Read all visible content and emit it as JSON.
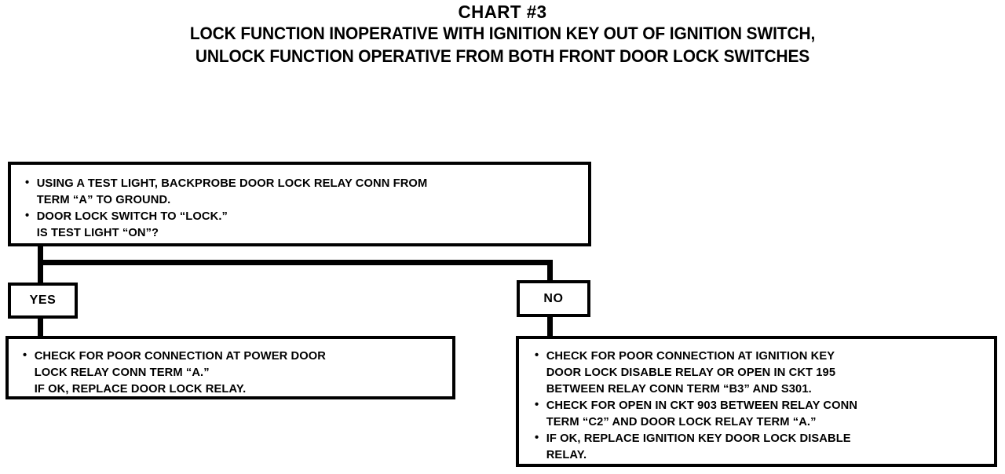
{
  "title": {
    "main": "CHART #3",
    "line1": "LOCK FUNCTION INOPERATIVE WITH IGNITION KEY OUT OF IGNITION SWITCH,",
    "line2": "UNLOCK FUNCTION OPERATIVE FROM BOTH FRONT DOOR LOCK SWITCHES"
  },
  "chart_data": {
    "type": "diagram",
    "title": "CHART #3",
    "subtitle": "LOCK FUNCTION INOPERATIVE WITH IGNITION KEY OUT OF IGNITION SWITCH, UNLOCK FUNCTION OPERATIVE FROM BOTH FRONT DOOR LOCK SWITCHES",
    "nodes": [
      {
        "id": "question",
        "kind": "test-step",
        "bullets": [
          "USING A TEST LIGHT, BACKPROBE DOOR LOCK RELAY CONN FROM TERM “A” TO GROUND.",
          "DOOR LOCK SWITCH TO “LOCK.” IS TEST LIGHT “ON”?"
        ]
      },
      {
        "id": "yes",
        "kind": "branch-label",
        "label": "YES"
      },
      {
        "id": "no",
        "kind": "branch-label",
        "label": "NO"
      },
      {
        "id": "yes-result",
        "kind": "action-step",
        "bullets": [
          "CHECK FOR POOR CONNECTION AT POWER DOOR LOCK RELAY CONN TERM “A.” IF OK, REPLACE DOOR LOCK RELAY."
        ]
      },
      {
        "id": "no-result",
        "kind": "action-step",
        "bullets": [
          "CHECK FOR POOR CONNECTION AT IGNITION KEY DOOR LOCK DISABLE RELAY OR OPEN IN CKT 195 BETWEEN RELAY CONN TERM “B3” AND S301.",
          "CHECK FOR OPEN IN CKT 903 BETWEEN RELAY CONN TERM “C2” AND DOOR LOCK RELAY TERM “A.”",
          "IF OK, REPLACE IGNITION KEY DOOR LOCK DISABLE RELAY."
        ]
      }
    ],
    "edges": [
      {
        "from": "question",
        "to": "yes",
        "label": "YES"
      },
      {
        "from": "question",
        "to": "no",
        "label": "NO"
      },
      {
        "from": "yes",
        "to": "yes-result",
        "label": ""
      },
      {
        "from": "no",
        "to": "no-result",
        "label": ""
      }
    ]
  },
  "question_box": {
    "b1_l1": "USING A TEST LIGHT, BACKPROBE DOOR LOCK RELAY CONN FROM",
    "b1_l2": "TERM “A” TO GROUND.",
    "b2_l1": "DOOR LOCK SWITCH TO “LOCK.”",
    "b2_l2": "IS TEST LIGHT “ON”?"
  },
  "branches": {
    "yes": "YES",
    "no": "NO"
  },
  "yes_result": {
    "b1_l1": "CHECK FOR POOR CONNECTION AT POWER DOOR",
    "b1_l2": "LOCK RELAY CONN TERM “A.”",
    "b1_l3": "IF OK, REPLACE DOOR LOCK RELAY."
  },
  "no_result": {
    "b1_l1": "CHECK FOR POOR CONNECTION AT IGNITION KEY",
    "b1_l2": "DOOR LOCK DISABLE RELAY OR OPEN IN CKT 195",
    "b1_l3": "BETWEEN RELAY CONN TERM “B3” AND S301.",
    "b2_l1": "CHECK FOR OPEN IN CKT 903 BETWEEN RELAY CONN",
    "b2_l2": "TERM “C2” AND DOOR LOCK RELAY TERM “A.”",
    "b3_l1": "IF OK, REPLACE IGNITION KEY DOOR LOCK DISABLE",
    "b3_l2": "RELAY."
  },
  "colors": {
    "ink": "#000000",
    "paper": "#ffffff"
  }
}
